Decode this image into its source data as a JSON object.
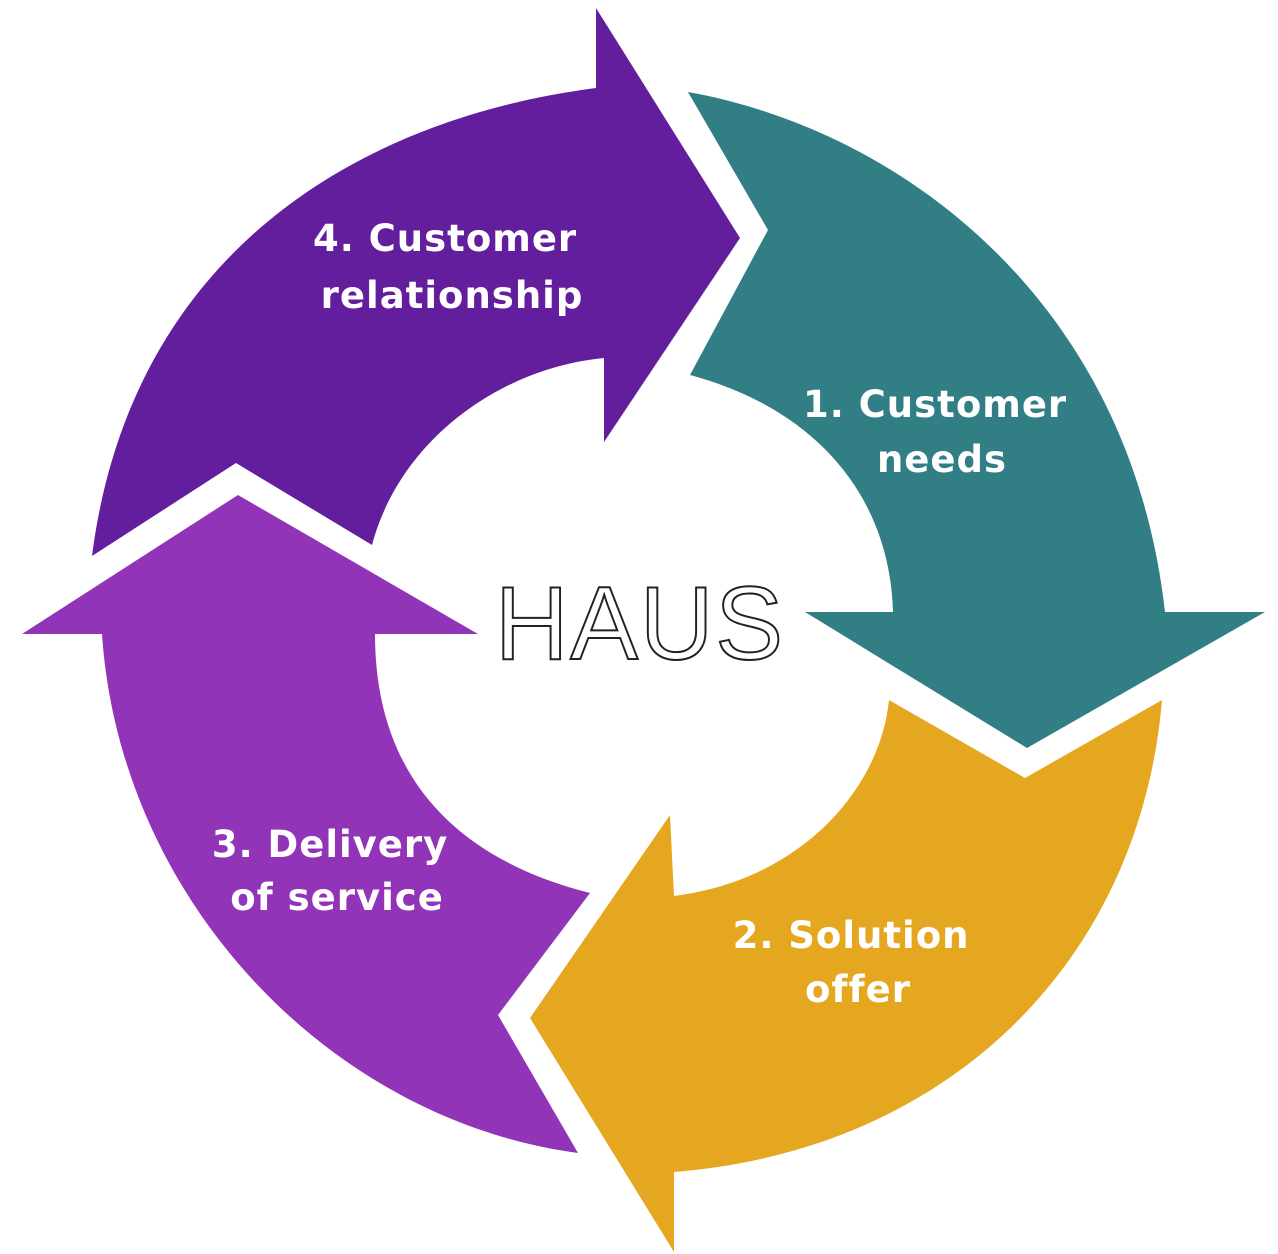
{
  "logo": {
    "text": "HAUS"
  },
  "steps": [
    {
      "line1": "1. Customer",
      "line2": "needs",
      "color": "#317E85"
    },
    {
      "line1": "2. Solution",
      "line2": "offer",
      "color": "#E6A720"
    },
    {
      "line1": "3. Delivery",
      "line2": "of service",
      "color": "#9234B7"
    },
    {
      "line1": "4. Customer",
      "line2": "relationship",
      "color": "#621E9C"
    }
  ]
}
